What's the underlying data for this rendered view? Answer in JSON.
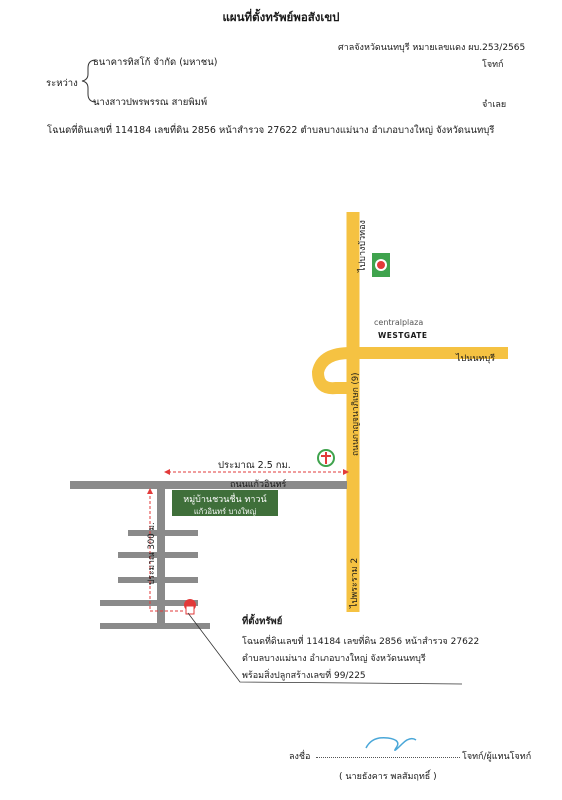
{
  "header": {
    "title": "แผนที่ตั้งทรัพย์พอสังเขป",
    "court": "ศาลจังหวัดนนทบุรี  หมายเลขแดง ผบ.253/2565",
    "between_label": "ระหว่าง",
    "plaintiff_name": "ธนาคารทิสโก้ จำกัด (มหาชน)",
    "plaintiff_role": "โจทก์",
    "defendant_name": "นางสาวปพรพรรณ สายพิมพ์",
    "defendant_role": "จำเลย",
    "deed_line": "โฉนดที่ดินเลขที่ 114184 เลขที่ดิน 2856 หน้าสำรวจ 27622 ตำบลบางแม่นาง อำเภอบางใหญ่ จังหวัดนนทบุรี"
  },
  "map": {
    "road_to_bangbuathong": "ไปบางบัวทอง",
    "central_plaza": "centralplaza",
    "westgate": "WESTGATE",
    "road_to_nonthaburi": "ไปนนทบุรี",
    "kanchanaphisek_road": "ถนนกาญจนาภิเษก (9)",
    "distance_label": "ประมาณ 2.5 กม.",
    "kaew_in_road": "ถนนแก้วอินทร์",
    "village_name": "หมู่บ้านชวนชื่น ทาวน์",
    "village_sub": "แก้วอินทร์ บางใหญ่",
    "distance_300": "ประมาณ 300 ม.",
    "road_to_rama2": "ไปพระราม 2"
  },
  "property": {
    "title": "ที่ตั้งทรัพย์",
    "line1": "โฉนดที่ดินเลขที่ 114184 เลขที่ดิน 2856 หน้าสำรวจ 27622",
    "line2": "ตำบลบางแม่นาง อำเภอบางใหญ่ จังหวัดนนทบุรี",
    "line3": "พร้อมสิ่งปลูกสร้างเลขที่ 99/225"
  },
  "signature": {
    "label": "ลงชื่อ",
    "role": "โจทก์/ผู้แทนโจทก์",
    "name": "( นายธังคาร พลสัมฤทธิ์ )"
  },
  "colors": {
    "main_road": "#f5c242",
    "side_road": "#8a8a8a",
    "village_box": "#3f6f3a",
    "dash": "#e23a3a",
    "signature_ink": "#4aa7d8"
  }
}
